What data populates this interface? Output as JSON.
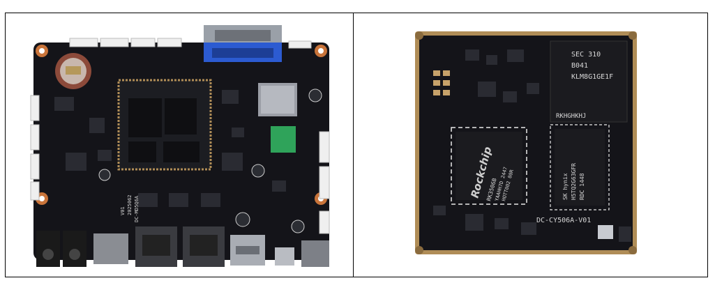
{
  "figure": {
    "left_image": {
      "board_text": [
        "V01",
        "2025062",
        "DC-MD5Q6A"
      ]
    },
    "right_image": {
      "brand": "Rockchip",
      "soc_lines": [
        "RK3506B",
        "YAAHH7D 2447",
        "HOTT002 00R"
      ],
      "flash_lines": [
        "SEC 310",
        "B041",
        "KLM8G1GE1F"
      ],
      "flash_bottom": "RKHGHKHJ",
      "ram_brand": "SK hynix",
      "ram_lines": [
        "H5TQ2G63GFR",
        "RDC 1448"
      ],
      "board_label": "DC-CY506A-V01"
    },
    "colors": {
      "pcb": "#141419",
      "pcb_light": "#22232b",
      "chip": "#1b1b1f",
      "gold": "#b08d57",
      "silk": "#e9e9e9",
      "vga_blue": "#2c5bd1",
      "green_module": "#2fa35a"
    }
  }
}
